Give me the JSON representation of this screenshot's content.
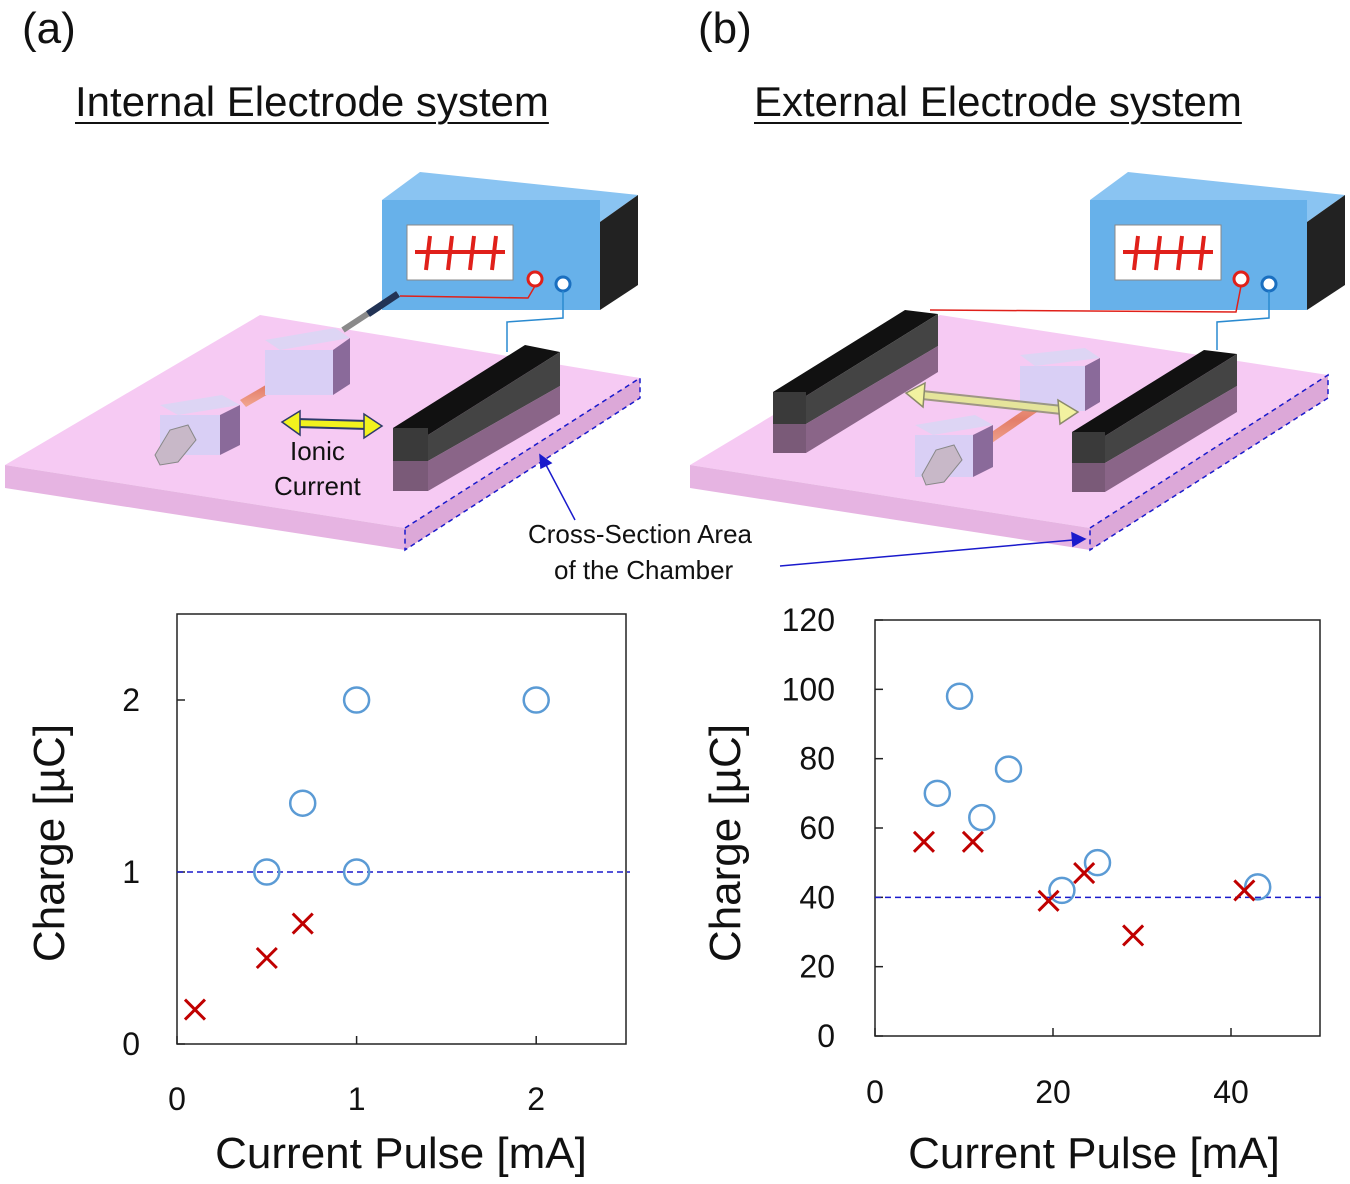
{
  "panels": {
    "a": {
      "letter": "(a)",
      "title": "Internal Electrode system",
      "ionic_label_1": "Ionic",
      "ionic_label_2": "Current"
    },
    "b": {
      "letter": "(b)",
      "title": "External Electrode system"
    },
    "cross_section_label_1": "Cross-Section Area",
    "cross_section_label_2": "of the Chamber"
  },
  "colors": {
    "circle_series": "#5b9bd5",
    "cross_series": "#c00000",
    "threshold_line": "#1a1acc"
  },
  "chart_data": [
    {
      "type": "scatter",
      "xlabel": "Current Pulse [mA]",
      "ylabel": "Charge [µC]",
      "xlim": [
        0,
        2.5
      ],
      "ylim": [
        0,
        2.5
      ],
      "xticks": [
        0,
        1,
        2
      ],
      "yticks": [
        0,
        1,
        2
      ],
      "threshold": 1,
      "series": [
        {
          "marker": "circle",
          "x": [
            0.5,
            0.7,
            1.0,
            1.0,
            2.0
          ],
          "y": [
            1.0,
            1.4,
            2.0,
            1.0,
            2.0
          ]
        },
        {
          "marker": "cross",
          "x": [
            0.1,
            0.5,
            0.7
          ],
          "y": [
            0.2,
            0.5,
            0.7
          ]
        }
      ]
    },
    {
      "type": "scatter",
      "xlabel": "Current Pulse [mA]",
      "ylabel": "Charge [µC]",
      "xlim": [
        0,
        50
      ],
      "ylim": [
        0,
        120
      ],
      "xticks": [
        0,
        20,
        40
      ],
      "yticks": [
        0,
        20,
        40,
        60,
        80,
        100,
        120
      ],
      "threshold": 40,
      "series": [
        {
          "marker": "circle",
          "x": [
            7,
            9.5,
            12,
            15,
            21,
            25,
            43
          ],
          "y": [
            70,
            98,
            63,
            77,
            42,
            50,
            43
          ]
        },
        {
          "marker": "cross",
          "x": [
            5.5,
            11,
            19.5,
            23.5,
            29,
            41.5
          ],
          "y": [
            56,
            56,
            39,
            47,
            29,
            42
          ]
        }
      ]
    }
  ]
}
